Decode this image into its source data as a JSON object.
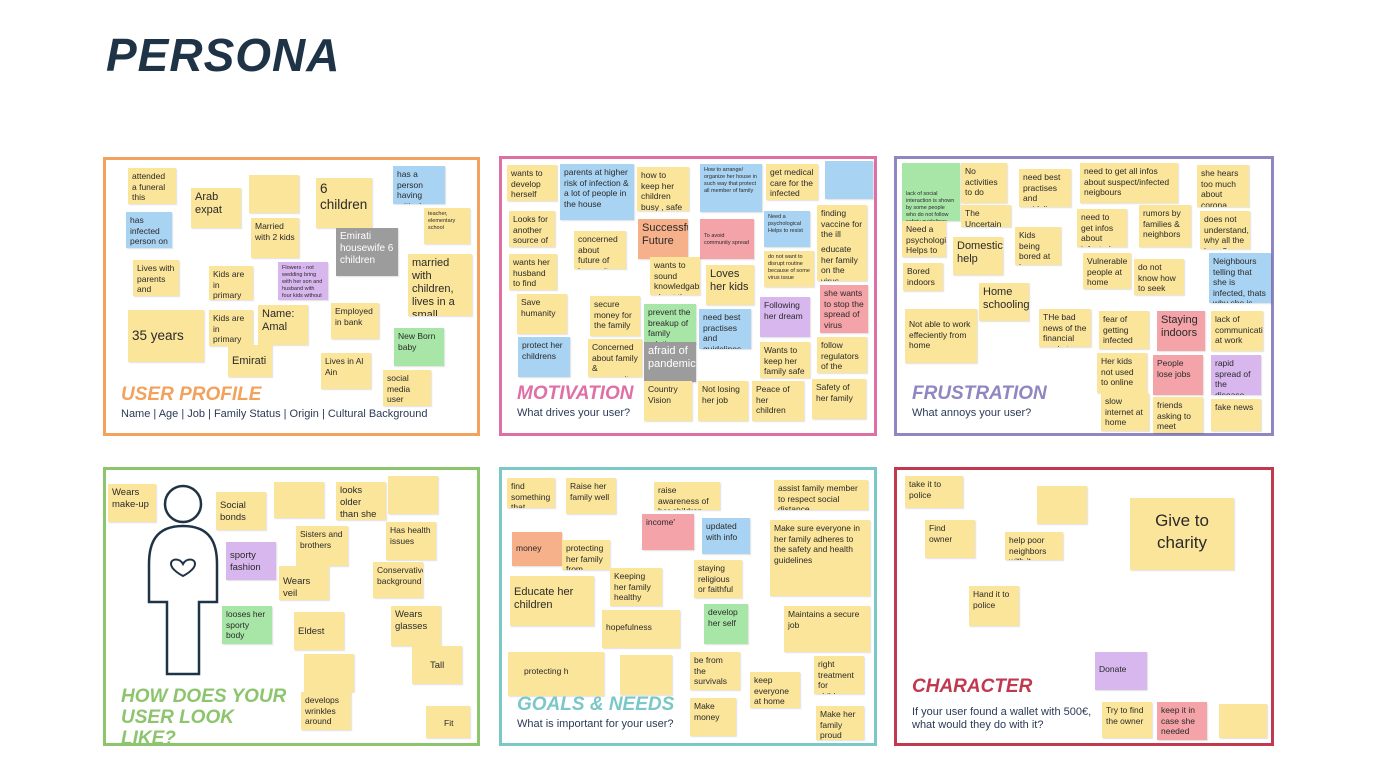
{
  "page": {
    "title": "PERSONA"
  },
  "panels": {
    "user_profile": {
      "label": "USER PROFILE",
      "subtitle": "Name | Age | Job | Family Status | Origin | Cultural Background",
      "color": "#f2a25c",
      "notes": [
        "attended a funeral this weekend",
        "Arab expat",
        "6 children",
        "has a person having critical illness",
        "has infected person on the family",
        "Married with 2 kids",
        "Emirati housewife 6 children",
        "teacher, elementary school",
        "Lives with parents and husband",
        "Kids are in primary",
        "Flowers - not wedding bring with her son and husband with four kids without her sisters and mothers",
        "married with children, lives in a small house",
        "35 years",
        "Kids are in primary",
        "Name: Amal",
        "Employed in bank",
        "New Born baby",
        "Emirati",
        "Lives in Al Ain",
        "social media user"
      ]
    },
    "motivation": {
      "label": "MOTIVATION",
      "subtitle": "What drives your user?",
      "color": "#e06fa6",
      "notes": [
        "wants to develop herself professionally",
        "parents at higher risk of infection & a lot of people in the house",
        "how to keep her children busy , safe and happy at home",
        "How to arrange/ organize her house in such way that protect all member of family",
        "get medical care for the infected person",
        "Looks for another source of income",
        "Successful Future",
        "concerned about future of humanity",
        "Need a psychological Helps to resist",
        "finding vaccine for the ill person",
        "To avoid community spread",
        "wants her husband to find another job",
        "wants to sound knowledgable about the pandemic",
        "Loves her kids",
        "do not want to disrupt routine because of some virus issue",
        "educate her family on the virus",
        "Save humanity",
        "secure money for the family",
        "prevent the breakup of family relations",
        "need best practises and guidelines",
        "Following her dream",
        "she wants to stop the spread of virus",
        "protect her childrens",
        "Concerned about family & community",
        "afraid of pandemic",
        "Wants to keep her family safe",
        "follow regulators of the country",
        "Country Vision",
        "Not losing her job",
        "Peace of her children",
        "Safety of her family"
      ]
    },
    "frustration": {
      "label": "FRUSTRATION",
      "subtitle": "What annoys your user?",
      "color": "#8f86c2",
      "notes": [
        "lack of social interaction is shown by some people who do not follow safety guidelines",
        "No activities to do",
        "need best practises and guidelines",
        "need to get all infos about suspect/infected neigbours",
        "she hears too much about corona virus, fed up",
        "The Uncertain Future",
        "need to get infos about infected neigbours",
        "rumors by families & neighbors",
        "does not understand, why all the hype?",
        "Need a psychological Helps to resist",
        "Domestic help",
        "Kids being bored at home",
        "Vulnerable people at home",
        "do not know how to seek medical help",
        "Neighbours telling that she is infected, thats why she is staying home",
        "Bored indoors",
        "Home schooling",
        "Not able to work effeciently from home",
        "THe bad news of the financial markets",
        "fear of getting infected",
        "Staying indoors",
        "lack of communication at work",
        "Her kids not used to online",
        "People lose jobs",
        "rapid spread of the disease",
        "slow internet at home",
        "friends asking to meet",
        "fake news"
      ]
    },
    "look": {
      "label": "HOW DOES YOUR USER LOOK LIKE?",
      "color": "#8cc56d",
      "notes": [
        "Wears make-up",
        "Social bonds",
        "looks older than she is",
        "Sisters and brothers",
        "Has health issues",
        "sporty fashion",
        "Wears veil",
        "Conservative background",
        "looses her sporty body",
        "Eldest",
        "Wears glasses",
        "Tall",
        "develops wrinkles around eyes",
        "Fit"
      ]
    },
    "goals": {
      "label": "GOALS & NEEDS",
      "subtitle": "What is important for your user?",
      "color": "#7bc8c7",
      "notes": [
        "find something that entertain her children",
        "Raise her family well",
        "raise awareness of her children",
        "assist family member to respect social distance",
        "income'",
        "updated with info",
        "Make sure everyone in her family adheres to the safety and health guidelines",
        "money",
        "protecting her family from getting infected",
        "Keeping her family healthy",
        "staying religious or faithful",
        "Educate her children",
        "hopefulness",
        "develop her self",
        "Maintains a secure job",
        "protecting h",
        "be from the survivals",
        "keep everyone at home safe",
        "right treatment for children",
        "Make money",
        "Make her family proud"
      ]
    },
    "character": {
      "label": "CHARACTER",
      "subtitle": "If your user found a wallet with 500€, what would they do with it?",
      "color": "#c0394f",
      "notes": [
        "take it to police",
        "Find owner",
        "help poor neighbors with it",
        "Give to charity",
        "Hand it to police",
        "Donate",
        "Try to find the owner",
        "keep it in case she needed"
      ]
    }
  }
}
